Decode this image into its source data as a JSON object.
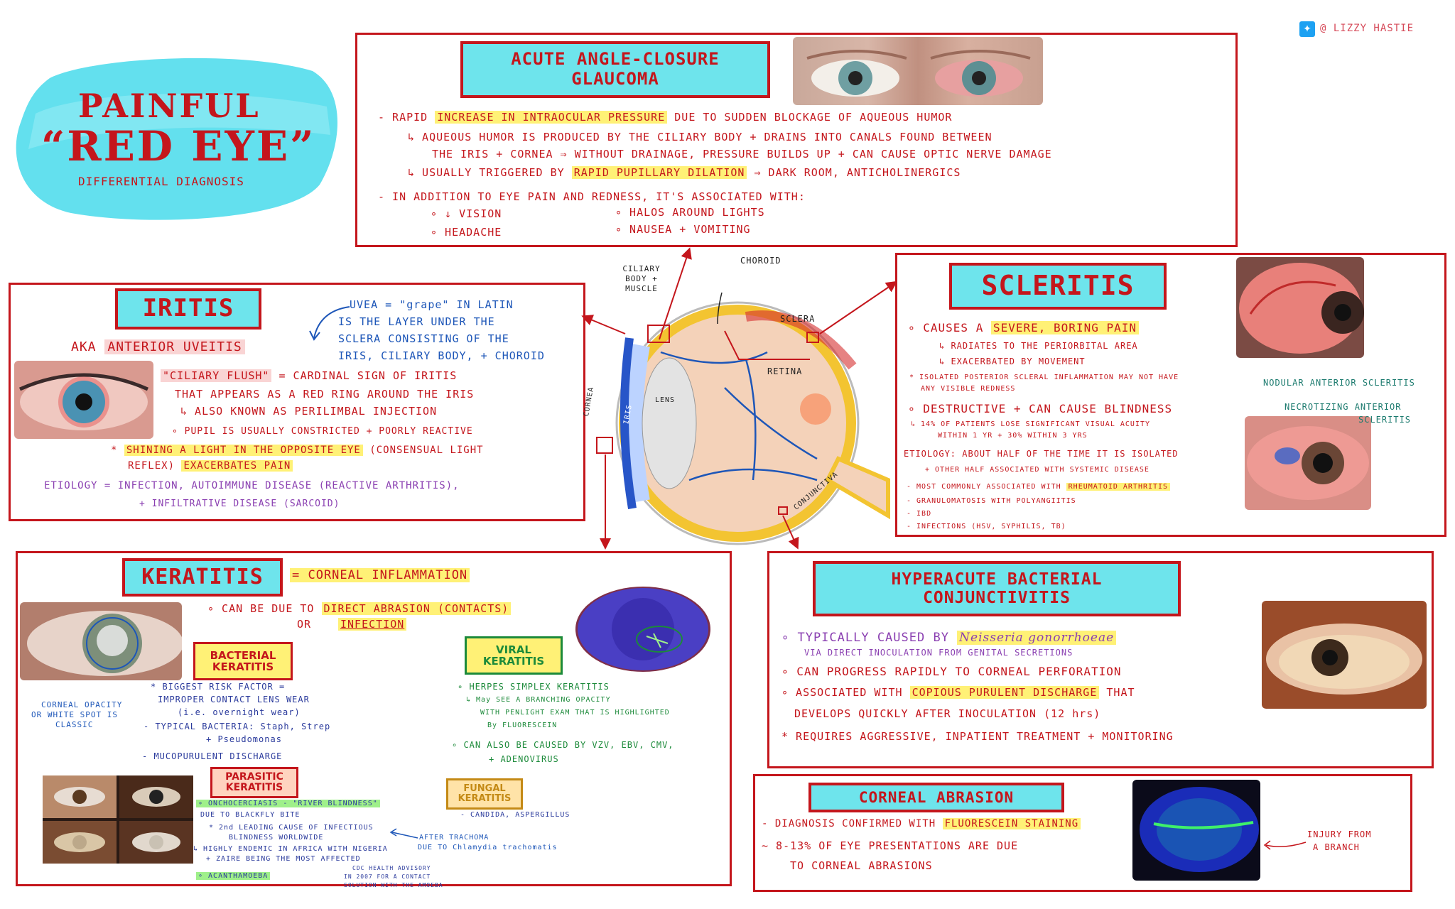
{
  "credit": {
    "handle": "@ LIZZY HASTIE"
  },
  "header": {
    "title_line1": "PAINFUL",
    "title_line2": "“RED EYE”",
    "subtitle": "DIFFERENTIAL DIAGNOSIS"
  },
  "glaucoma": {
    "title": "ACUTE ANGLE-CLOSURE GLAUCOMA",
    "l1_a": "- RAPID ",
    "l1_hl": "INCREASE IN INTRAOCULAR PRESSURE",
    "l1_b": " DUE TO SUDDEN BLOCKAGE OF AQUEOUS HUMOR",
    "l2": "↳ AQUEOUS HUMOR IS PRODUCED BY THE CILIARY BODY + DRAINS INTO CANALS FOUND BETWEEN",
    "l3": "THE IRIS + CORNEA ⇒ WITHOUT DRAINAGE, PRESSURE BUILDS UP + CAN CAUSE OPTIC NERVE DAMAGE",
    "l4_a": "↳ USUALLY TRIGGERED BY ",
    "l4_hl": "RAPID PUPILLARY DILATION",
    "l4_b": " ⇒ DARK ROOM, ANTICHOLINERGICS",
    "l5": "- IN ADDITION TO EYE PAIN AND REDNESS, IT'S ASSOCIATED WITH:",
    "b1": "∘ ↓ VISION",
    "b2": "∘ HEADACHE",
    "b3": "∘ HALOS AROUND LIGHTS",
    "b4": "∘ NAUSEA + VOMITING"
  },
  "iritis": {
    "title": "IRITIS",
    "aka_a": "AKA ",
    "aka_hl": "ANTERIOR UVEITIS",
    "uvea1": "UVEA = \"grape\" IN LATIN",
    "uvea2": "IS THE LAYER UNDER THE",
    "uvea3": "SCLERA CONSISTING OF THE",
    "uvea4": "IRIS, CILIARY BODY, + CHOROID",
    "f1_hl": "\"CILIARY FLUSH\"",
    "f1_b": " = CARDINAL SIGN OF IRITIS",
    "f2": "THAT APPEARS AS A RED RING AROUND THE IRIS",
    "f3": "↳ ALSO KNOWN AS PERILIMBAL INJECTION",
    "f4": "∘ PUPIL IS USUALLY CONSTRICTED + POORLY REACTIVE",
    "f5_a": "* ",
    "f5_hl": "SHINING A LIGHT IN THE OPPOSITE EYE",
    "f5_b": " (CONSENSUAL LIGHT",
    "f6_a": "REFLEX) ",
    "f6_hl": "EXACERBATES PAIN",
    "e1": "ETIOLOGY = INFECTION, AUTOIMMUNE DISEASE (REACTIVE ARTHRITIS),",
    "e2": "+ INFILTRATIVE DISEASE (SARCOID)"
  },
  "diagram": {
    "ciliary": "CILIARY BODY + MUSCLE",
    "choroid": "CHOROID",
    "sclera": "SCLERA",
    "retina": "RETINA",
    "lens": "LENS",
    "iris": "IRIS",
    "cornea": "CORNEA",
    "conjunctiva": "CONJUNCTIVA"
  },
  "scleritis": {
    "title": "SCLERITIS",
    "l1_a": "∘ CAUSES A ",
    "l1_hl": "SEVERE, BORING PAIN",
    "l2": "↳ RADIATES TO THE PERIORBITAL AREA",
    "l3": "↳ EXACERBATED BY MOVEMENT",
    "l4": "* ISOLATED POSTERIOR SCLERAL INFLAMMATION MAY NOT HAVE",
    "l5": "ANY VISIBLE REDNESS",
    "l6": "∘ DESTRUCTIVE + CAN CAUSE BLINDNESS",
    "l7": "↳ 14% OF PATIENTS LOSE SIGNIFICANT VISUAL ACUITY",
    "l8": "WITHIN 1 YR + 30% WITHIN 3 YRS",
    "l9": "ETIOLOGY: ABOUT HALF OF THE TIME IT IS ISOLATED",
    "l10": "+ OTHER HALF ASSOCIATED WITH SYSTEMIC DISEASE",
    "l11_a": "- MOST COMMONLY ASSOCIATED WITH ",
    "l11_hl": "RHEUMATOID ARTHRITIS",
    "l12": "- GRANULOMATOSIS WITH POLYANGIITIS",
    "l13": "- IBD",
    "l14": "- INFECTIONS (HSV, SYPHILIS, TB)",
    "cap1": "NODULAR ANTERIOR SCLERITIS",
    "cap2a": "NECROTIZING ANTERIOR",
    "cap2b": "SCLERITIS"
  },
  "keratitis": {
    "title": "KERATITIS",
    "def": "= CORNEAL INFLAMMATION",
    "l1_a": "∘ CAN BE DUE TO ",
    "l1_hl": "DIRECT ABRASION (CONTACTS)",
    "l2": "OR",
    "l3_hl": "INFECTION",
    "opacity1": "CORNEAL OPACITY",
    "opacity2": "OR WHITE SPOT IS",
    "opacity3": "CLASSIC",
    "bact_title": "BACTERIAL KERATITIS",
    "b1": "* BIGGEST RISK FACTOR =",
    "b2": "IMPROPER CONTACT LENS WEAR",
    "b3": "(i.e. overnight wear)",
    "b4": "- TYPICAL BACTERIA: Staph, Strep",
    "b5": "+ Pseudomonas",
    "b6": "- MUCOPURULENT DISCHARGE",
    "viral_title": "VIRAL KERATITIS",
    "v1": "∘ HERPES SIMPLEX KERATITIS",
    "v2": "↳ May SEE A BRANCHING OPACITY",
    "v3": "WITH PENLIGHT EXAM THAT IS HIGHLIGHTED",
    "v4": "By FLUORESCEIN",
    "v5": "∘ CAN ALSO BE CAUSED BY VZV, EBV, CMV,",
    "v6": "+ ADENOVIRUS",
    "para_title": "PARASITIC KERATITIS",
    "p1": "∘ ONCHOCERCIASIS - \"RIVER BLINDNESS\"",
    "p2": "DUE TO BLACKFLY BITE",
    "p3": "* 2nd LEADING CAUSE OF INFECTIOUS",
    "p4": "BLINDNESS WORLDWIDE",
    "p5": "↳ HIGHLY ENDEMIC IN AFRICA WITH NIGERIA",
    "p6": "+ ZAIRE BEING THE MOST AFFECTED",
    "p7": "∘ ACANTHAMOEBA",
    "p8a": "CDC HEALTH ADVISORY",
    "p8b": "IN 2007 FOR A CONTACT",
    "p8c": "SOLUTION WITH THE AMOEBA",
    "trach1": "AFTER TRACHOMA",
    "trach2": "DUE TO Chlamydia trachomatis",
    "fungal_title": "FUNGAL KERATITIS",
    "fu1": "- CANDIDA, ASPERGILLUS"
  },
  "conjunctivitis": {
    "title": "HYPERACUTE BACTERIAL CONJUNCTIVITIS",
    "l1_a": "∘ TYPICALLY CAUSED BY ",
    "l1_hl": "Neisseria gonorrhoeae",
    "l2": "VIA DIRECT INOCULATION FROM GENITAL SECRETIONS",
    "l3": "∘ CAN PROGRESS RAPIDLY TO CORNEAL PERFORATION",
    "l4_a": "∘ ASSOCIATED WITH ",
    "l4_hl": "COPIOUS PURULENT DISCHARGE",
    "l4_b": " THAT",
    "l5": "DEVELOPS QUICKLY AFTER INOCULATION (12 hrs)",
    "l6": "* REQUIRES AGGRESSIVE, INPATIENT TREATMENT + MONITORING"
  },
  "abrasion": {
    "title": "CORNEAL ABRASION",
    "l1_a": "- DIAGNOSIS CONFIRMED WITH ",
    "l1_hl": "FLUORESCEIN STAINING",
    "l2": "~ 8-13% OF EYE PRESENTATIONS ARE DUE",
    "l3": "TO CORNEAL ABRASIONS",
    "cap1": "INJURY FROM",
    "cap2": "A BRANCH"
  },
  "colors": {
    "red": "#c4161c",
    "cyan": "#6ee4ec",
    "yellow": "#fff176",
    "purple": "#8a3fb1",
    "blue": "#1d56b8"
  }
}
